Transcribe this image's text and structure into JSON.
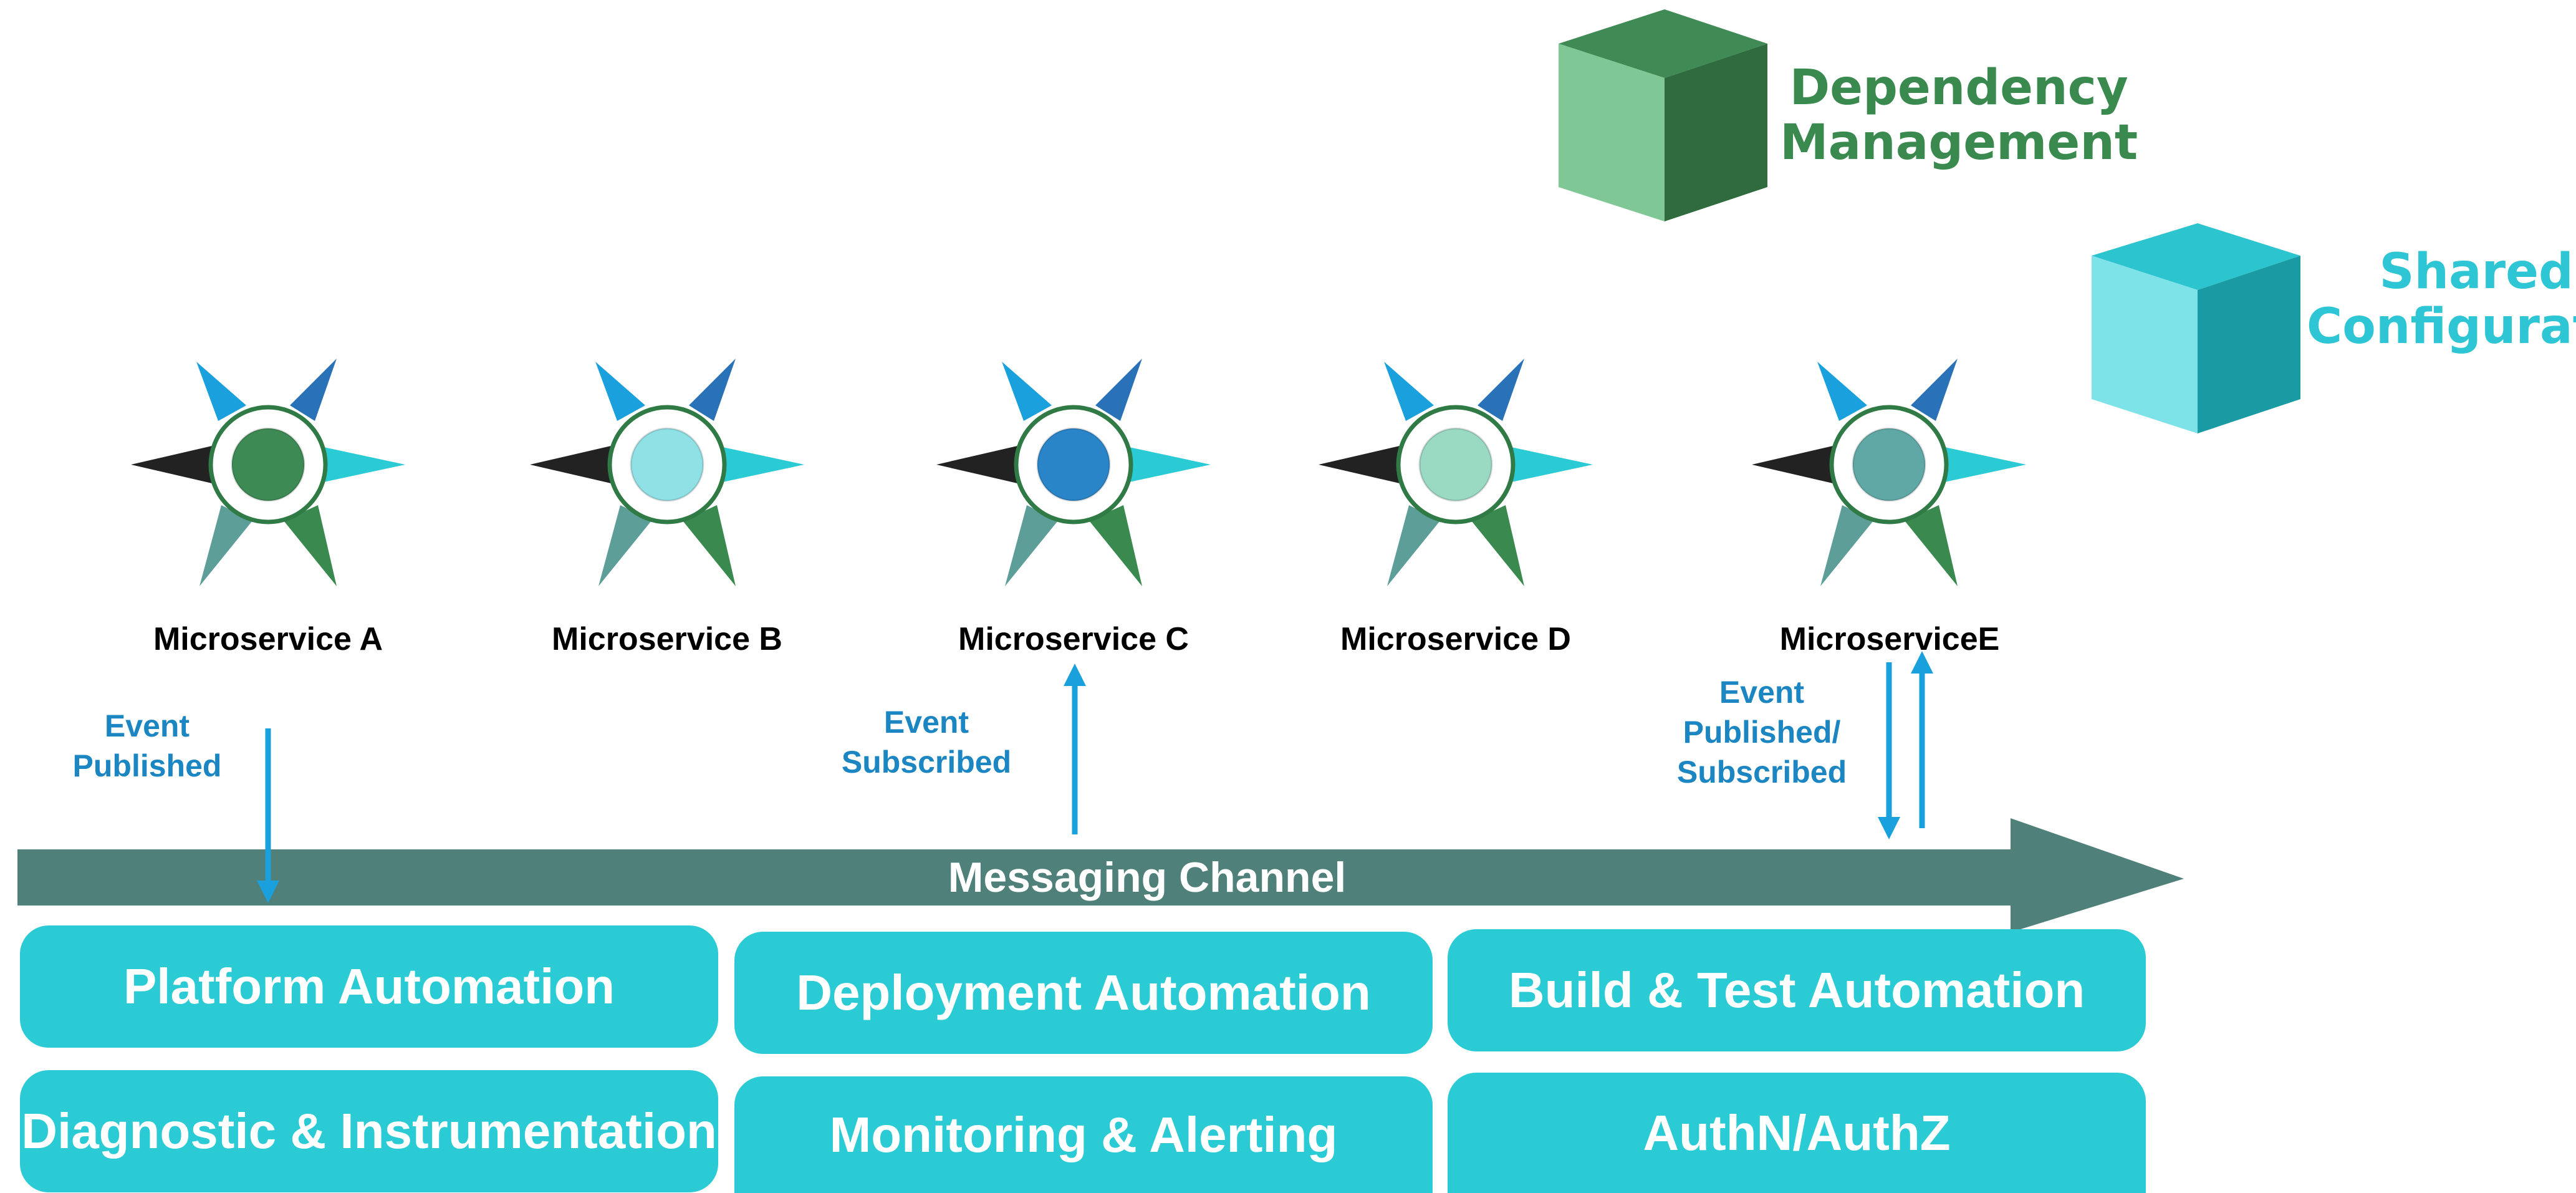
{
  "colors": {
    "teal_box": "#2bcbd6",
    "channel": "#4f8079",
    "arrow_blue": "#1aa0dc",
    "event_text": "#1b86c2",
    "green_dark": "#2f6b3e",
    "green_mid": "#3f8a55",
    "green_light": "#7fc794",
    "teal_dark": "#1a9aa3",
    "teal_mid": "#2bc4cf",
    "teal_light": "#7ee3e8",
    "dependency_text": "#3a8a50",
    "shared_text": "#2ec6d4"
  },
  "cubes": {
    "dependency": {
      "line1": "Dependency",
      "line2": "Management"
    },
    "shared": {
      "line1": "Shared",
      "line2": "Configuratio"
    }
  },
  "microservices": [
    {
      "label": "Microservice A",
      "core_color": "#3d8a54",
      "icon": "compass-star-icon"
    },
    {
      "label": "Microservice B",
      "core_color": "#8fe1e6",
      "icon": "compass-star-icon"
    },
    {
      "label": "Microservice C",
      "core_color": "#2a84c8",
      "icon": "compass-star-icon"
    },
    {
      "label": "Microservice D",
      "core_color": "#9ad9c2",
      "icon": "compass-star-icon"
    },
    {
      "label": "MicroserviceE",
      "core_color": "#5fa8a6",
      "icon": "compass-star-icon"
    }
  ],
  "events": {
    "published": {
      "line1": "Event",
      "line2": "Published"
    },
    "subscribed": {
      "line1": "Event",
      "line2": "Subscribed"
    },
    "pubsub": {
      "line1": "Event",
      "line2": "Published/",
      "line3": "Subscribed"
    }
  },
  "channel": {
    "label": "Messaging Channel"
  },
  "capabilities": {
    "row1": [
      "Platform Automation",
      "Deployment Automation",
      "Build & Test Automation"
    ],
    "row2": [
      "Diagnostic & Instrumentation",
      "Monitoring & Alerting",
      "AuthN/AuthZ"
    ]
  }
}
